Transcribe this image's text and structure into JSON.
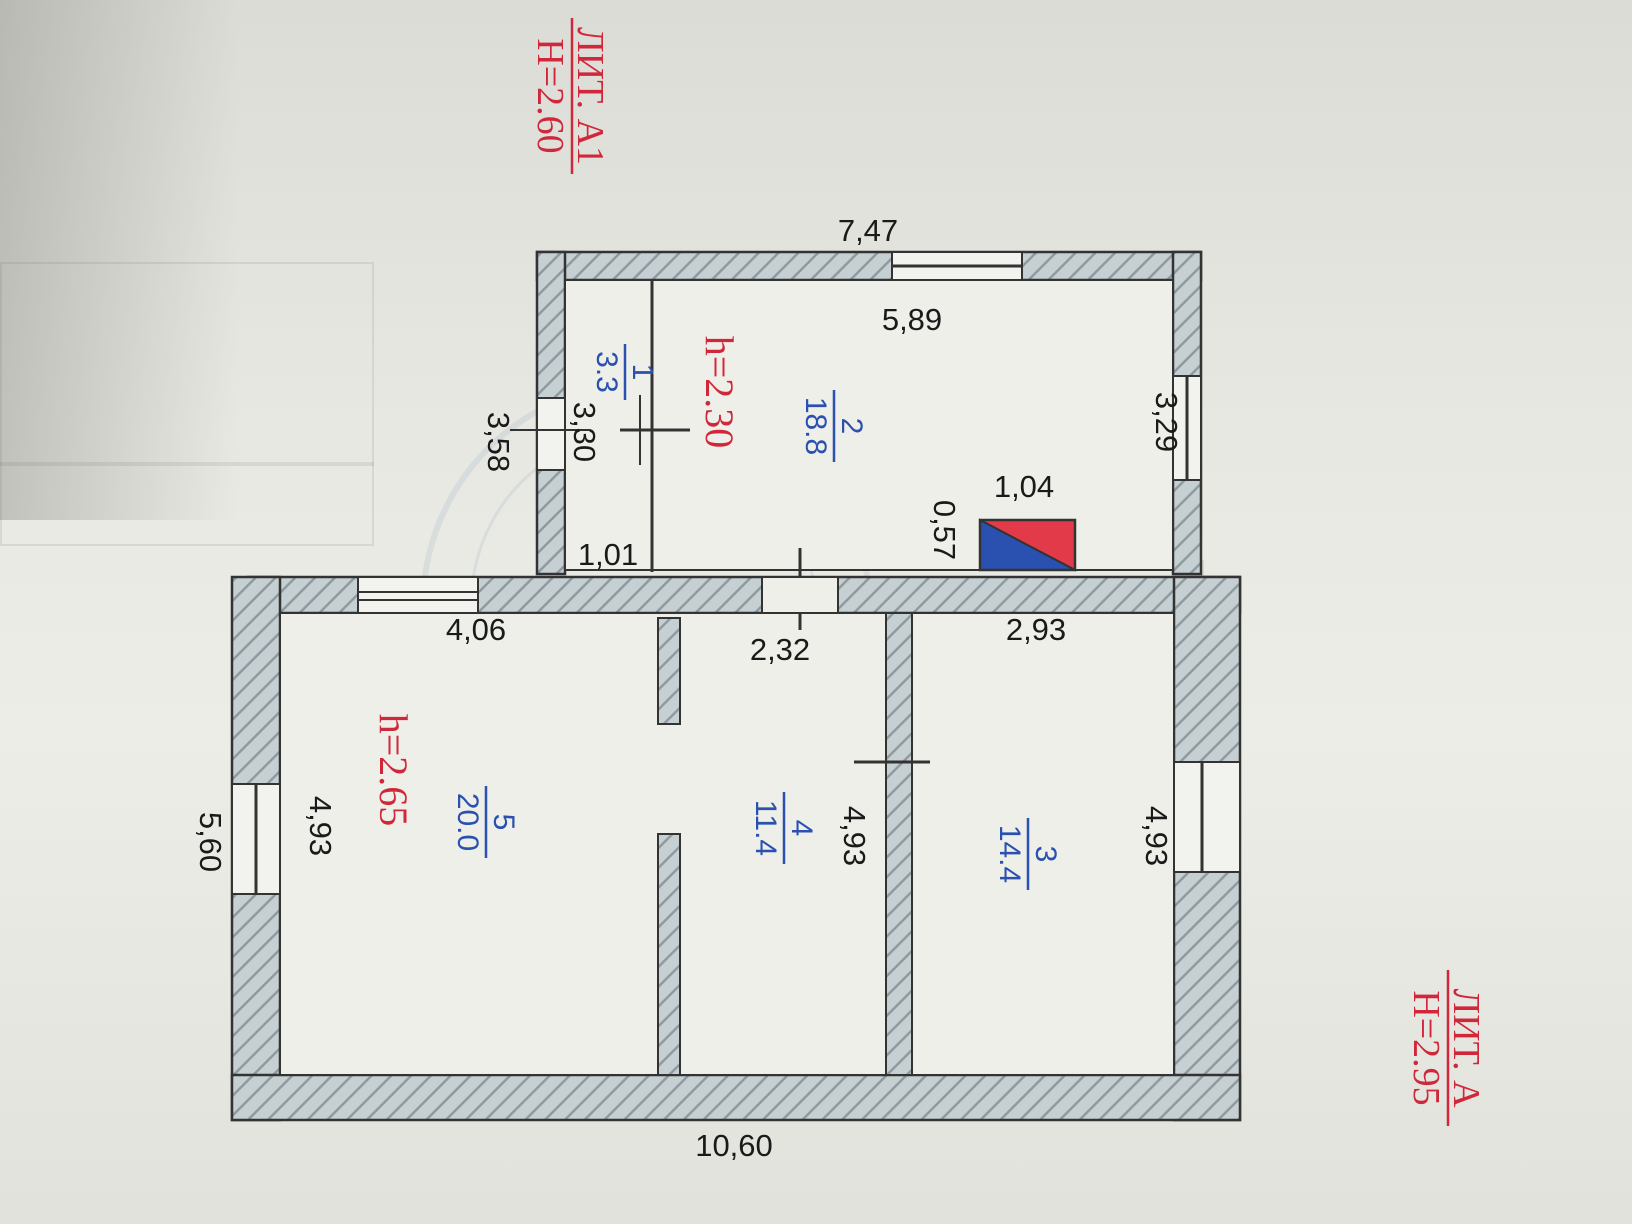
{
  "plan": {
    "dimensions": {
      "top_outer_a1": "7,47",
      "top_inner_room2": "5,89",
      "right_a1": "3,29",
      "left_a1_outer": "3,58",
      "left_a1_inner": "3,30",
      "vestibule_width": "1,01",
      "stove_width": "1,04",
      "stove_depth": "0,57",
      "room5_top": "4,06",
      "corridor_top": "2,32",
      "room3_top": "2,93",
      "room5_side": "4,93",
      "room4_side": "4,93",
      "room3_side": "4,93",
      "outer_left": "5,60",
      "outer_bottom": "10,60"
    },
    "heights": {
      "a1_inner": "h=2.30",
      "a_inner": "h=2.65"
    },
    "rooms": [
      {
        "num": "1",
        "area": "3.3"
      },
      {
        "num": "2",
        "area": "18.8"
      },
      {
        "num": "3",
        "area": "14.4"
      },
      {
        "num": "4",
        "area": "11.4"
      },
      {
        "num": "5",
        "area": "20.0"
      }
    ],
    "labels": {
      "lit_a1": "ЛИТ. А1",
      "lit_a1_height": "Н=2.60",
      "lit_a": "ЛИТ. А",
      "lit_a_height": "Н=2.95"
    },
    "colors": {
      "wall_hatch": "#b9c3c7",
      "wall_line": "#333333",
      "red": "#d0283a",
      "blue": "#2a50b0"
    }
  }
}
